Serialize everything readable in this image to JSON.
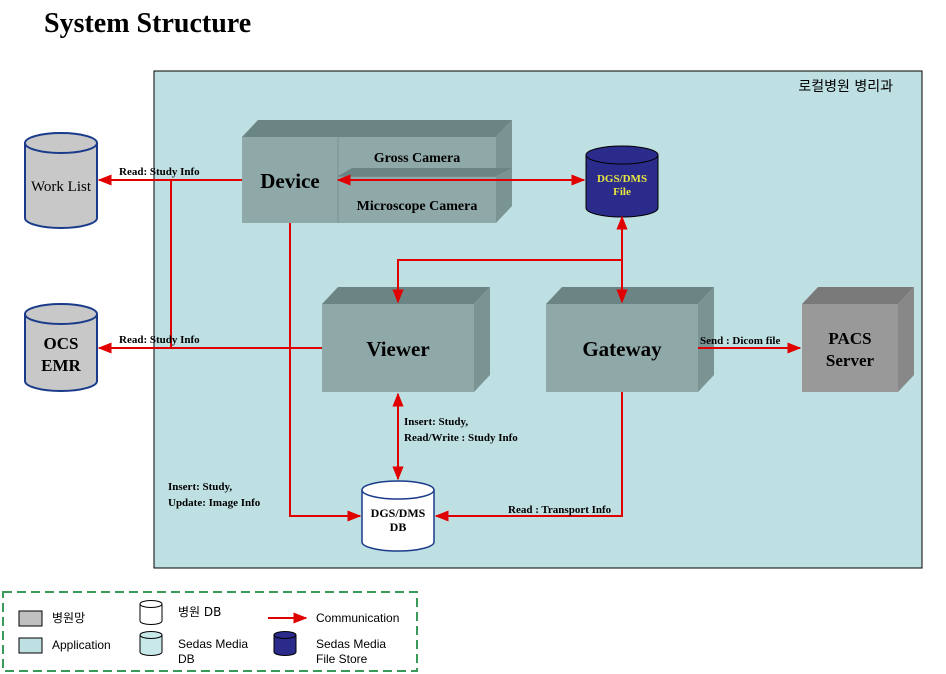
{
  "title": "System Structure",
  "region_label": "로컬병원 병리과",
  "boxes": {
    "device": "Device",
    "gross_camera": "Gross Camera",
    "microscope_camera": "Microscope Camera",
    "viewer": "Viewer",
    "gateway": "Gateway",
    "pacs_line1": "PACS",
    "pacs_line2": "Server"
  },
  "databases": {
    "work_list": "Work List",
    "ocs_line1": "OCS",
    "ocs_line2": "EMR",
    "file_store_line1": "DGS/DMS",
    "file_store_line2": "File",
    "db_line1": "DGS/DMS",
    "db_line2": "DB"
  },
  "edges": {
    "device_to_worklist": "Read: Study Info",
    "viewer_to_ocs": "Read: Study Info",
    "viewer_db_line1": "Insert: Study,",
    "viewer_db_line2": "Read/Write : Study Info",
    "device_db_line1": "Insert: Study,",
    "device_db_line2": "Update: Image Info",
    "gateway_to_db": "Read : Transport Info",
    "gateway_to_pacs": "Send : Dicom file"
  },
  "legend": {
    "hospital_network": "병원망",
    "application": "Application",
    "hospital_db": "병원 DB",
    "sedas_media_db_line1": "Sedas Media",
    "sedas_media_db_line2": "DB",
    "communication": "Communication",
    "file_store_line1": "Sedas Media",
    "file_store_line2": "File Store"
  },
  "colors": {
    "region_fill": "#bfe0e2",
    "box_front": "#8fa8a8",
    "box_top": "#6b8484",
    "box_side": "#7a9494",
    "pacs_front": "#999999",
    "db_gray": "#c8c8c8",
    "db_dark": "#2b2b8c",
    "db_white": "#ffffff",
    "arrow": "#e00000",
    "legend_border": "#3a9a5a"
  }
}
